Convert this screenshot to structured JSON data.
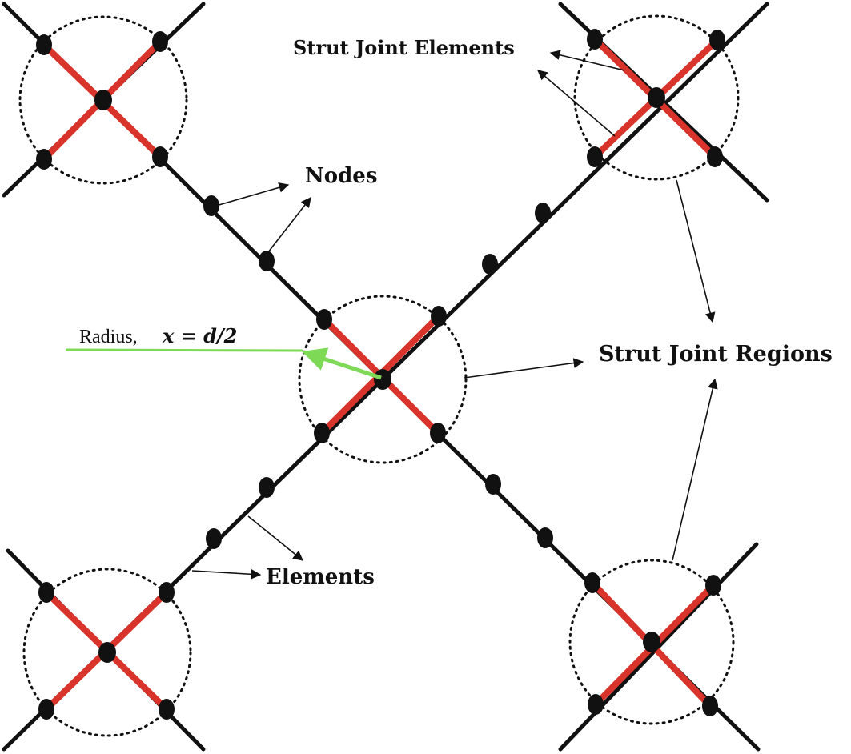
{
  "labels": {
    "strut_joint_elements": "Strut Joint Elements",
    "nodes": "Nodes",
    "strut_joint_regions": "Strut Joint Regions",
    "elements": "Elements",
    "radius_prefix": "Radius,",
    "radius_formula": "x = d/2"
  },
  "colors": {
    "strut": "#111111",
    "joint_element": "#d9342b",
    "node": "#111111",
    "radius_arrow": "#7ed957",
    "region_boundary": "#111111"
  }
}
